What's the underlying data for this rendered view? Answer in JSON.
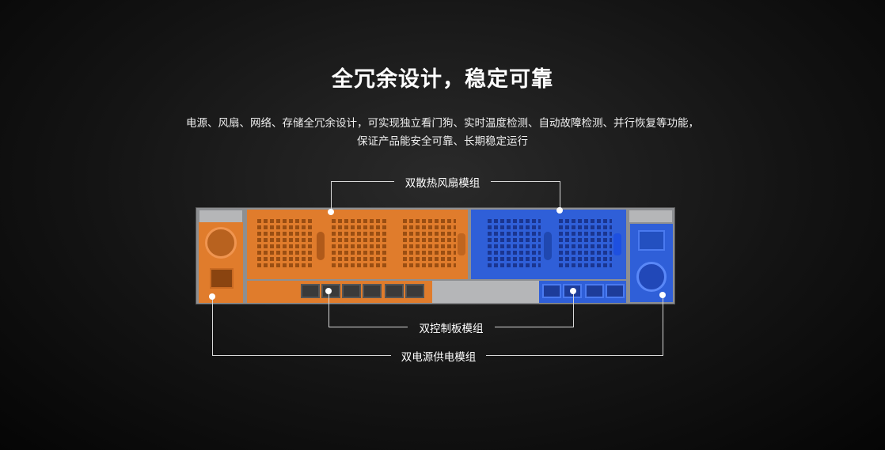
{
  "title": "全冗余设计，稳定可靠",
  "subtitle_lines": [
    "电源、风扇、网络、存储全冗余设计，可实现独立看门狗、实时温度检测、自动故障检测、并行恢复等功能，",
    "保证产品能安全可靠、长期稳定运行"
  ],
  "callouts": {
    "fan": "双散热风扇模组",
    "controller": "双控制板模组",
    "power": "双电源供电模组"
  },
  "colors": {
    "module_a": "#e07c2c",
    "module_b": "#2f5fd8"
  }
}
